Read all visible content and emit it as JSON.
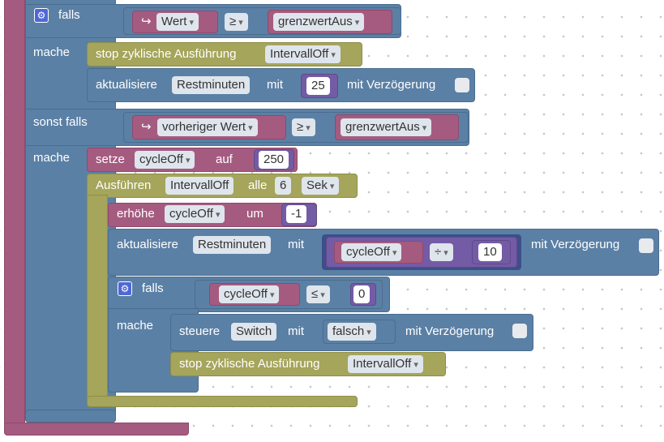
{
  "colors": {
    "logic": "#5b80a5",
    "system": "#a5a55b",
    "variable": "#a55b80",
    "math": "#745ba5",
    "field_bg": "#dfe5ec"
  },
  "icons": {
    "gear": "⚙",
    "dropdown": "▾",
    "arrow": "↪"
  },
  "if1": {
    "falls": "falls",
    "cond_var": "Wert",
    "op": "≥",
    "cmp_var": "grenzwertAus",
    "mache": "mache",
    "stop_label": "stop zyklische Ausführung",
    "stop_target": "IntervallOff",
    "update_label": "aktualisiere",
    "update_state": "Restminuten",
    "update_mit": "mit",
    "update_value": "25",
    "update_delay": "mit Verzögerung"
  },
  "elseif": {
    "sonst_falls": "sonst falls",
    "cond_var": "vorheriger Wert",
    "op": "≥",
    "cmp_var": "grenzwertAus",
    "mache": "mache",
    "set_label": "setze",
    "set_var": "cycleOff",
    "set_auf": "auf",
    "set_value": "250",
    "exec_label": "Ausführen",
    "exec_name": "IntervallOff",
    "exec_alle": "alle",
    "exec_interval": "6",
    "exec_unit": "Sek",
    "inc_label": "erhöhe",
    "inc_var": "cycleOff",
    "inc_um": "um",
    "inc_value": "-1",
    "upd_label": "aktualisiere",
    "upd_state": "Restminuten",
    "upd_mit": "mit",
    "upd_var": "cycleOff",
    "upd_op": "÷",
    "upd_div": "10",
    "upd_delay": "mit Verzögerung",
    "inner_falls": "falls",
    "inner_var": "cycleOff",
    "inner_op": "≤",
    "inner_val": "0",
    "inner_mache": "mache",
    "ctrl_label": "steuere",
    "ctrl_target": "Switch",
    "ctrl_mit": "mit",
    "ctrl_value": "falsch",
    "ctrl_delay": "mit Verzögerung",
    "stop_label": "stop zyklische Ausführung",
    "stop_target": "IntervallOff"
  }
}
